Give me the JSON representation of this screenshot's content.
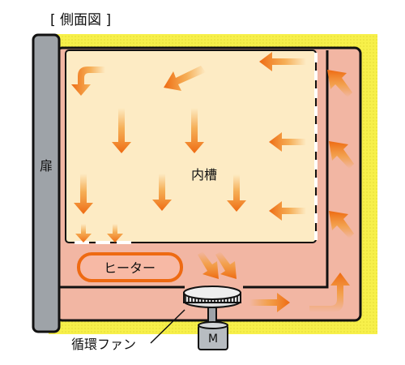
{
  "title": "[ 側面図 ]",
  "labels": {
    "door": "扉",
    "inner_chamber": "内槽",
    "heater": "ヒーター",
    "fan": "循環ファン",
    "motor": "M"
  },
  "colors": {
    "outer_housing": "#f7f04a",
    "chamber": "#fdebc4",
    "duct": "#f2b6a3",
    "heater_fill": "#f7b9a5",
    "heater_outline": "#ee6a12",
    "arrow": "#f39a32",
    "door": "#9ea3a8",
    "outline": "#111111"
  },
  "icons": [
    "airflow-arrow",
    "circulation-fan",
    "motor-m"
  ]
}
